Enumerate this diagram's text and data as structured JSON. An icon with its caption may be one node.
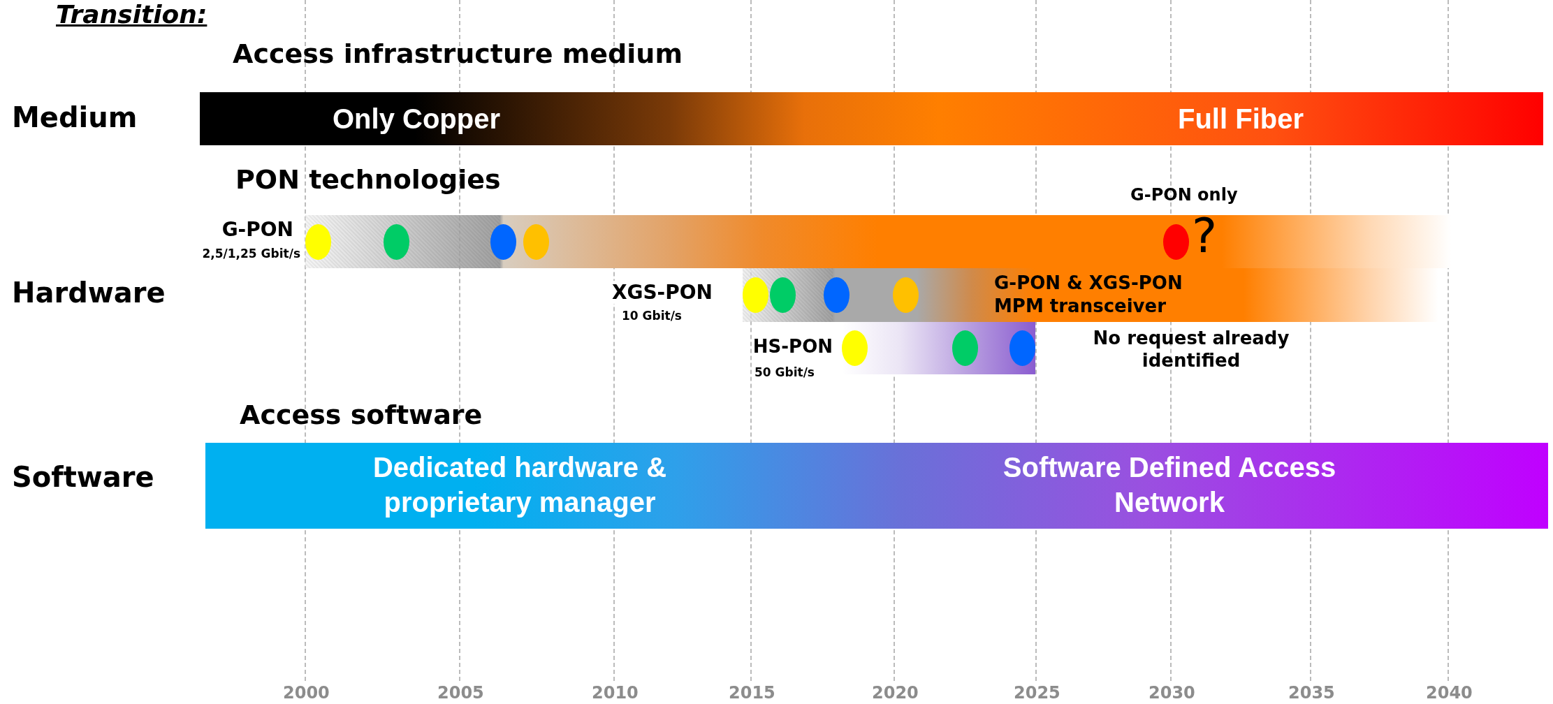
{
  "diagram": {
    "nodes": [
      {
        "text": [
          "Only Copper",
          "Full Fiber"
        ]
      },
      {
        "text": [],
        "shape": "bar",
        "beside": [
          "G-PON",
          "2,5/1,25 Gbit/s"
        ]
      },
      {
        "text": [
          "G-PON & XGS-PON MPM transceiver"
        ],
        "beside": [
          "XGS-PON",
          "10 Gbit/s"
        ]
      },
      {
        "text": [],
        "shape": "bar",
        "beside": [
          "HS-PON",
          "50 Gbit/s"
        ]
      },
      {
        "text": [
          "Dedicated hardware & proprietary manager",
          "Software Defined Access Network"
        ]
      }
    ],
    "edges": [],
    "labels": [
      "Transition:",
      "Access infrastructure medium",
      "Medium",
      "PON technologies",
      "G-PON only",
      "?",
      "Hardware",
      "No request already identified",
      "Access software",
      "Software",
      "2000",
      "2005",
      "2010",
      "2015",
      "2020",
      "2025",
      "2030",
      "2035",
      "2040"
    ]
  }
}
